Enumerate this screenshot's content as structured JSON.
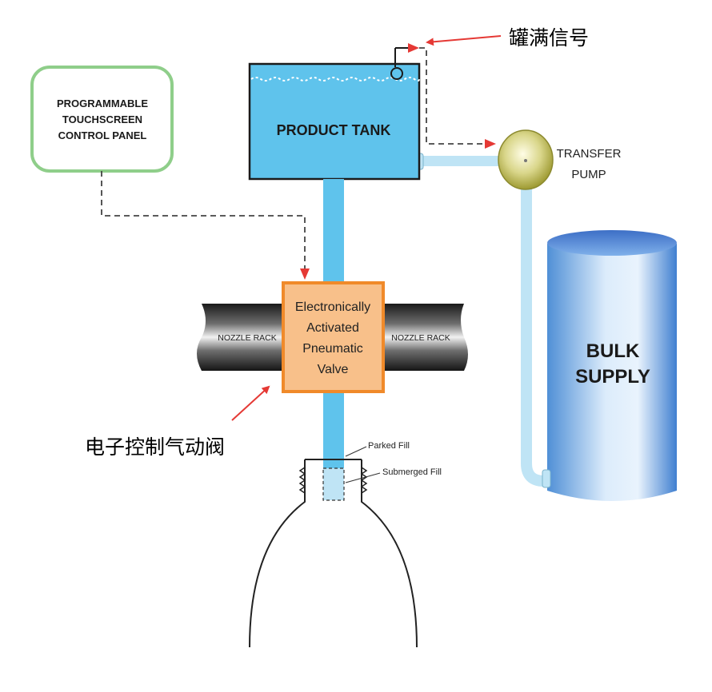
{
  "control_panel": {
    "lines": [
      "PROGRAMMABLE",
      "TOUCHSCREEN",
      "CONTROL PANEL"
    ]
  },
  "product_tank": {
    "label": "PRODUCT TANK"
  },
  "transfer_pump": {
    "lines": [
      "TRANSFER",
      "PUMP"
    ]
  },
  "bulk_supply": {
    "lines": [
      "BULK",
      "SUPPLY"
    ]
  },
  "nozzle_rack": {
    "left_label": "NOZZLE RACK",
    "right_label": "NOZZLE RACK"
  },
  "valve": {
    "lines": [
      "Electronically",
      "Activated",
      "Pneumatic",
      "Valve"
    ]
  },
  "annotations": {
    "tank_full_signal": "罐满信号",
    "valve_cn": "电子控制气动阀",
    "parked_fill": "Parked Fill",
    "submerged_fill": "Submerged Fill"
  },
  "colors": {
    "tank_blue": "#5fc3ec",
    "pipe_light_blue": "#bfe4f5",
    "panel_green": "#8fce8a",
    "valve_orange": "#f8c08a",
    "valve_border": "#f08a2a",
    "pump_olive": "#b9b54a",
    "arrow_red": "#e53935"
  }
}
